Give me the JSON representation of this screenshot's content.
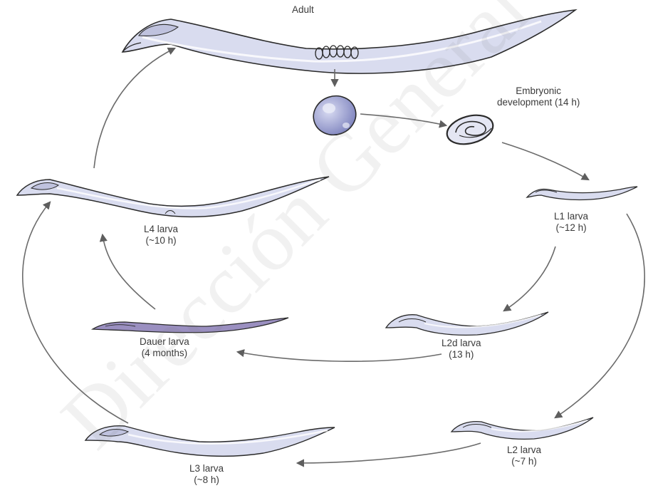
{
  "labels": {
    "adult": "Adult",
    "embryonic_line1": "Embryonic",
    "embryonic_line2": "development (14 h)",
    "l1_line1": "L1 larva",
    "l1_line2": "(~12 h)",
    "l2d_line1": "L2d larva",
    "l2d_line2": "(13 h)",
    "l2_line1": "L2 larva",
    "l2_line2": "(~7 h)",
    "l3_line1": "L3 larva",
    "l3_line2": "(~8 h)",
    "l4_line1": "L4 larva",
    "l4_line2": "(~10 h)",
    "dauer_line1": "Dauer larva",
    "dauer_line2": "(4 months)"
  },
  "watermark": "Dirección General de Bibliotecas",
  "colors": {
    "worm_fill": "#d9dcef",
    "worm_stroke": "#2a2a2a",
    "dauer_fill": "#9a8fc0",
    "egg_fill": "#8f93c8",
    "arrow": "#6b6b6b"
  }
}
